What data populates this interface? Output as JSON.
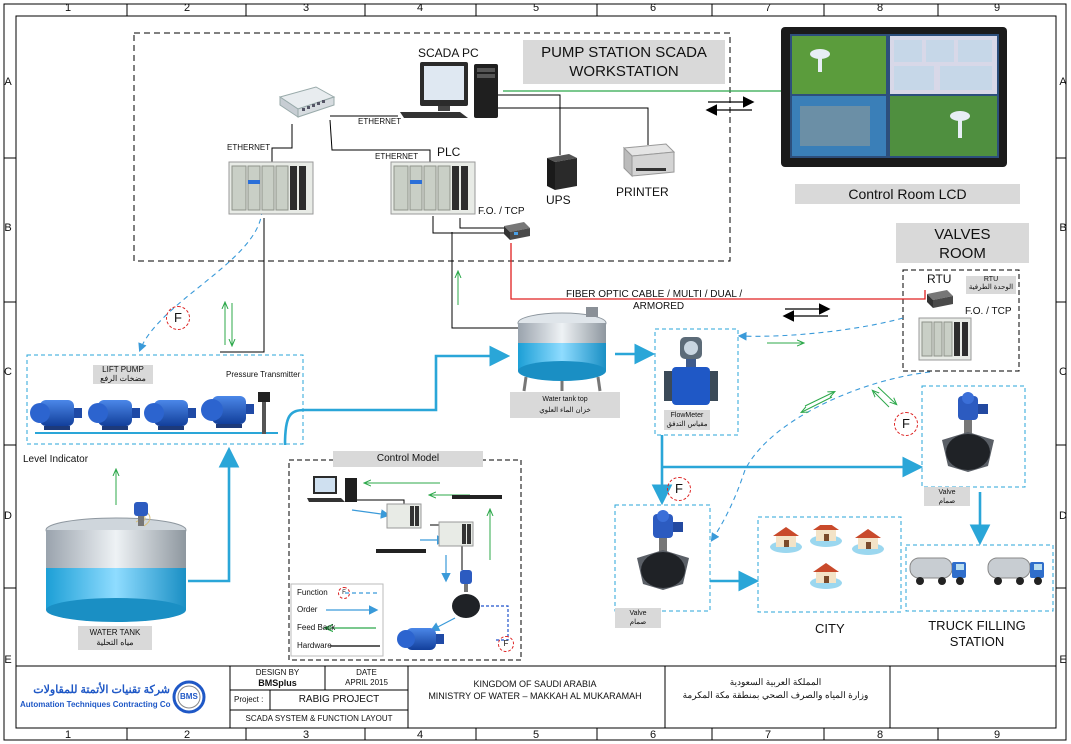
{
  "grid": {
    "columns": [
      "1",
      "2",
      "3",
      "4",
      "5",
      "6",
      "7",
      "8",
      "9"
    ],
    "rows": [
      "A",
      "B",
      "C",
      "D",
      "E"
    ]
  },
  "workstation": {
    "title_line1": "PUMP STATION SCADA",
    "title_line2": "WORKSTATION",
    "scada_pc": "SCADA PC",
    "ethernet_switch": "ETHERNET",
    "ethernet_left": "ETHERNET",
    "ethernet_plc": "ETHERNET",
    "plc": "PLC",
    "fo_tcp": "F.O. / TCP",
    "ups": "UPS",
    "printer": "PRINTER"
  },
  "control_room": {
    "label": "Control Room LCD"
  },
  "valves_room": {
    "line1": "VALVES",
    "line2": "ROOM",
    "rtu": "RTU",
    "rtu_tag": "RTU",
    "rtu_tag_ar": "الوحدة الطرفية",
    "fo_tcp": "F.O. / TCP"
  },
  "fiber": {
    "line1": "FIBER OPTIC CABLE / MULTI / DUAL /",
    "line2": "ARMORED"
  },
  "lift_pump": {
    "label": "LIFT PUMP",
    "label_ar": "مضخات الرفع",
    "pressure_transmitter": "Pressure Transmitter",
    "level_indicator": "Level Indicator"
  },
  "water_tank_top": {
    "label": "Water tank top",
    "label_ar": "خزان الماء العلوي"
  },
  "flowmeter": {
    "label": "FlowMeter",
    "label_ar": "مقياس التدفق"
  },
  "valve_right": {
    "label": "Valve",
    "label_ar": "صمام"
  },
  "valve_center": {
    "label": "Valve",
    "label_ar": "صمام"
  },
  "water_tank": {
    "label": "WATER TANK",
    "label_ar": "مياه التحلية"
  },
  "city": {
    "label": "CITY"
  },
  "truck": {
    "line1": "TRUCK FILLING",
    "line2": "STATION"
  },
  "function_marker": "F",
  "control_model": {
    "title": "Control Model",
    "legend": [
      {
        "label": "Function",
        "color": "#3a9ad9"
      },
      {
        "label": "Order",
        "color": "#3a9ad9"
      },
      {
        "label": "Feed Back",
        "color": "#2ca84a"
      },
      {
        "label": "Hardware",
        "color": "#000000"
      }
    ]
  },
  "title_block": {
    "company_ar": "شركة تقنيات الأتمتة للمقاولات",
    "company_en": "Automation Techniques Contracting Co",
    "logo": "BMS",
    "design_by_label": "DESIGN BY",
    "design_by": "BMSplus",
    "date_label": "DATE",
    "date": "APRIL 2015",
    "project_label": "Project :",
    "project": "RABIG PROJECT",
    "subtitle": "SCADA SYSTEM & FUNCTION LAYOUT",
    "ministry_en_1": "KINGDOM OF SAUDI ARABIA",
    "ministry_en_2": "MINISTRY OF WATER – MAKKAH AL MUKARAMAH",
    "ministry_ar_1": "المملكة العربية السعودية",
    "ministry_ar_2": "وزارة المياه والصرف الصحي بمنطقة مكة المكرمة"
  },
  "colors": {
    "water": "#2aa6d8",
    "feedback": "#2ca84a",
    "fiber": "#e02020",
    "function": "#3a9ad9"
  }
}
